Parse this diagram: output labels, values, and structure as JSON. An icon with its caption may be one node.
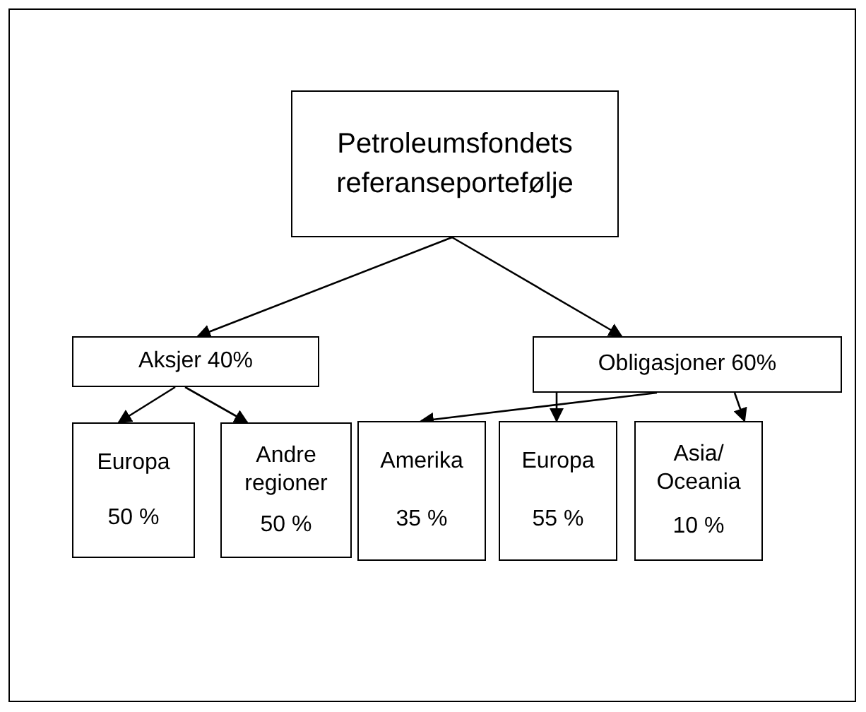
{
  "diagram": {
    "nodes": [
      {
        "text": [
          "Petroleumsfondets referanseportefølje"
        ]
      },
      {
        "text": [
          "Aksjer 40%"
        ]
      },
      {
        "text": [
          "Obligasjoner 60%"
        ]
      },
      {
        "text": [
          "Europa",
          "50 %"
        ]
      },
      {
        "text": [
          "Andre regioner",
          "50 %"
        ]
      },
      {
        "text": [
          "Amerika",
          "35 %"
        ]
      },
      {
        "text": [
          "Europa",
          "55 %"
        ]
      },
      {
        "text": [
          "Asia/ Oceania",
          "10 %"
        ]
      }
    ],
    "edges": [
      {
        "from": 0,
        "to": 1,
        "arrow": "to"
      },
      {
        "from": 0,
        "to": 2,
        "arrow": "to"
      },
      {
        "from": 1,
        "to": 3,
        "arrow": "to"
      },
      {
        "from": 1,
        "to": 4,
        "arrow": "to"
      },
      {
        "from": 2,
        "to": 5,
        "arrow": "to"
      },
      {
        "from": 2,
        "to": 6,
        "arrow": "to"
      },
      {
        "from": 2,
        "to": 7,
        "arrow": "to"
      }
    ]
  }
}
